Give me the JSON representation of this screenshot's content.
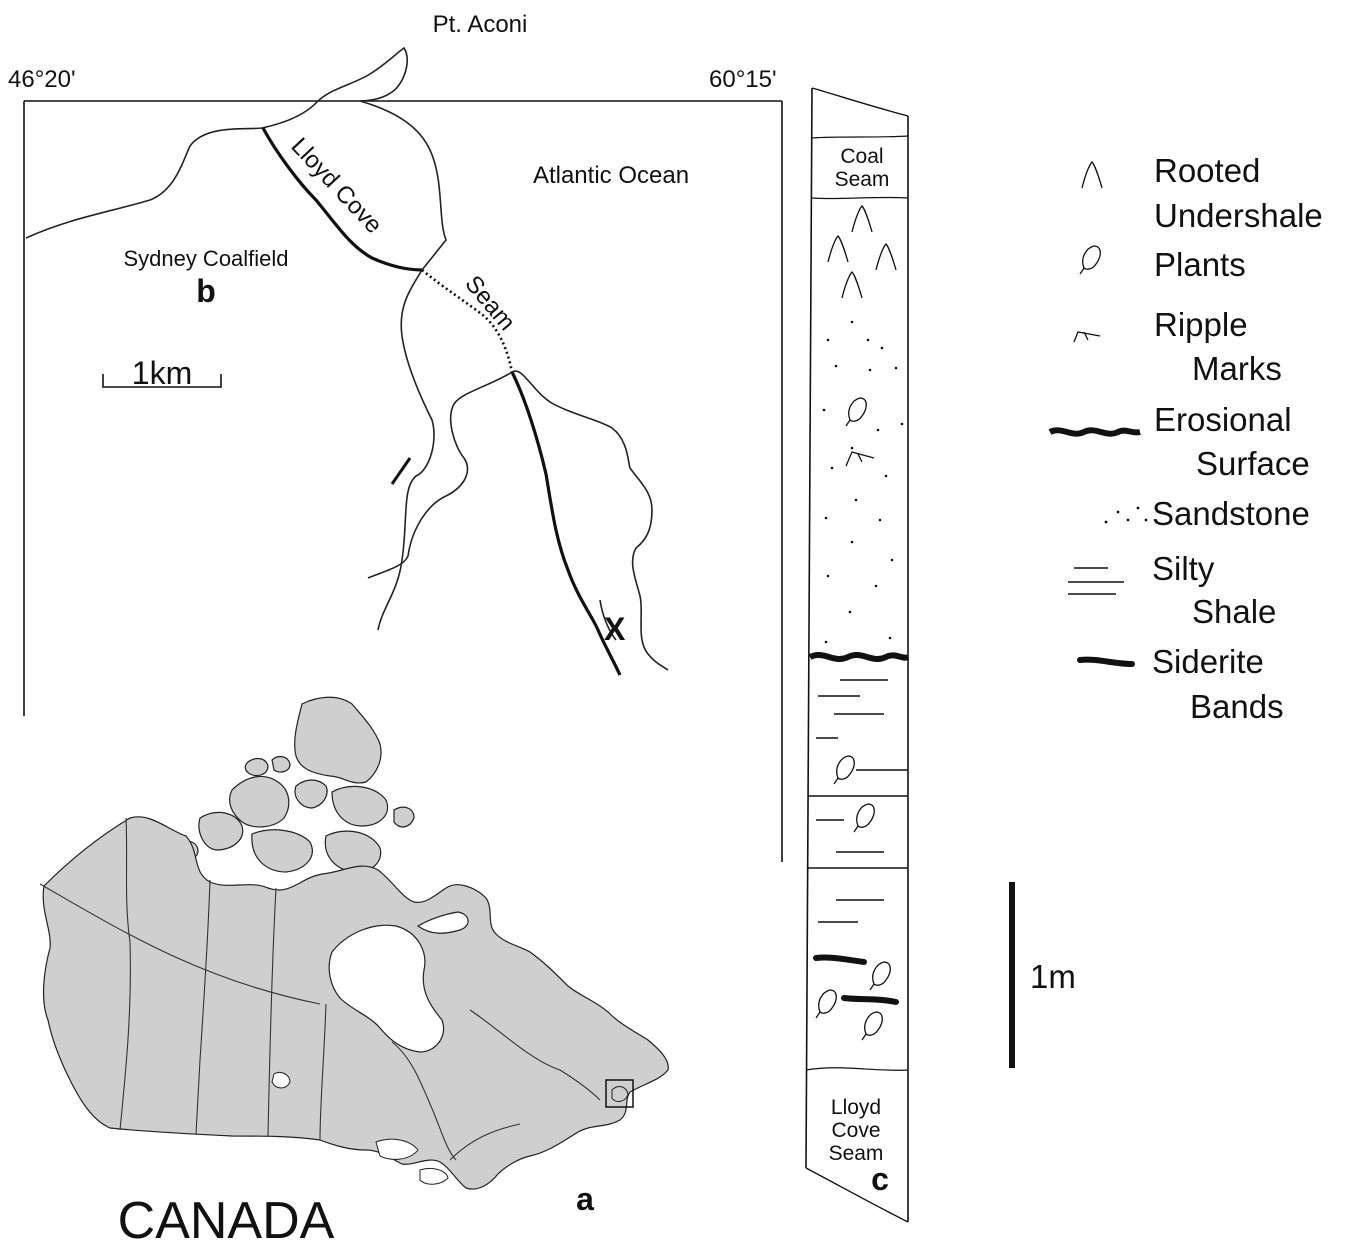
{
  "panel_b": {
    "letter": "b",
    "place_label": "Sydney Coalfield",
    "lat_label": "46°20'",
    "lon_label": "60°15'",
    "top_label": "Pt. Aconi",
    "ocean_label": "Atlantic Ocean",
    "cove_label": "Lloyd Cove",
    "seam_label": "Seam",
    "scale_label": "1km",
    "marker_label": "X"
  },
  "panel_a": {
    "letter": "a",
    "country_label": "CANADA",
    "fill_color": "#cfcfcf"
  },
  "panel_c": {
    "letter": "c",
    "top_unit": [
      "Coal",
      "Seam"
    ],
    "bottom_unit": [
      "Lloyd",
      "Cove",
      "Seam"
    ],
    "scale_label": "1m"
  },
  "legend": [
    {
      "icon": "rooted-icon",
      "lines": [
        "Rooted",
        "Undershale"
      ]
    },
    {
      "icon": "plant-icon",
      "lines": [
        "Plants"
      ]
    },
    {
      "icon": "ripple-icon",
      "lines": [
        "Ripple",
        "Marks"
      ]
    },
    {
      "icon": "erosional-surface-icon",
      "lines": [
        "Erosional",
        "Surface"
      ]
    },
    {
      "icon": "sandstone-icon",
      "lines": [
        "Sandstone"
      ]
    },
    {
      "icon": "silty-shale-icon",
      "lines": [
        "Silty",
        "Shale"
      ]
    },
    {
      "icon": "siderite-band-icon",
      "lines": [
        "Siderite",
        "Bands"
      ]
    }
  ]
}
